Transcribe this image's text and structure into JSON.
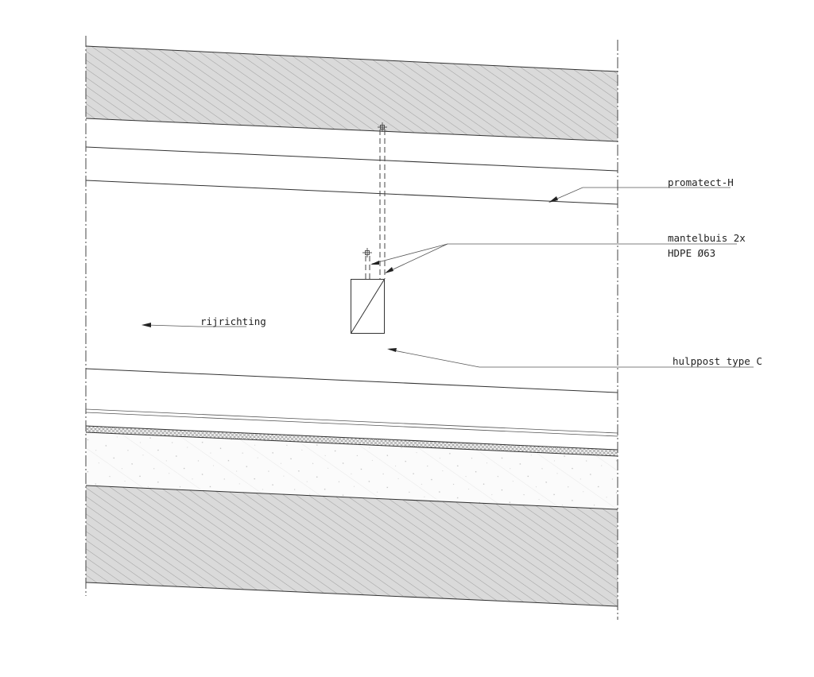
{
  "drawing": {
    "labels": {
      "promatect": "promatect-H",
      "mantelbuis_line1": "mantelbuis 2x",
      "mantelbuis_line2": "HDPE Ø63",
      "hulppost": "hulppost type C",
      "rijrichting": "rijrichting"
    },
    "colors": {
      "line": "#333333",
      "hatch_fill": "#d9d9d9",
      "hatch_stroke": "#9a9a9a"
    }
  }
}
